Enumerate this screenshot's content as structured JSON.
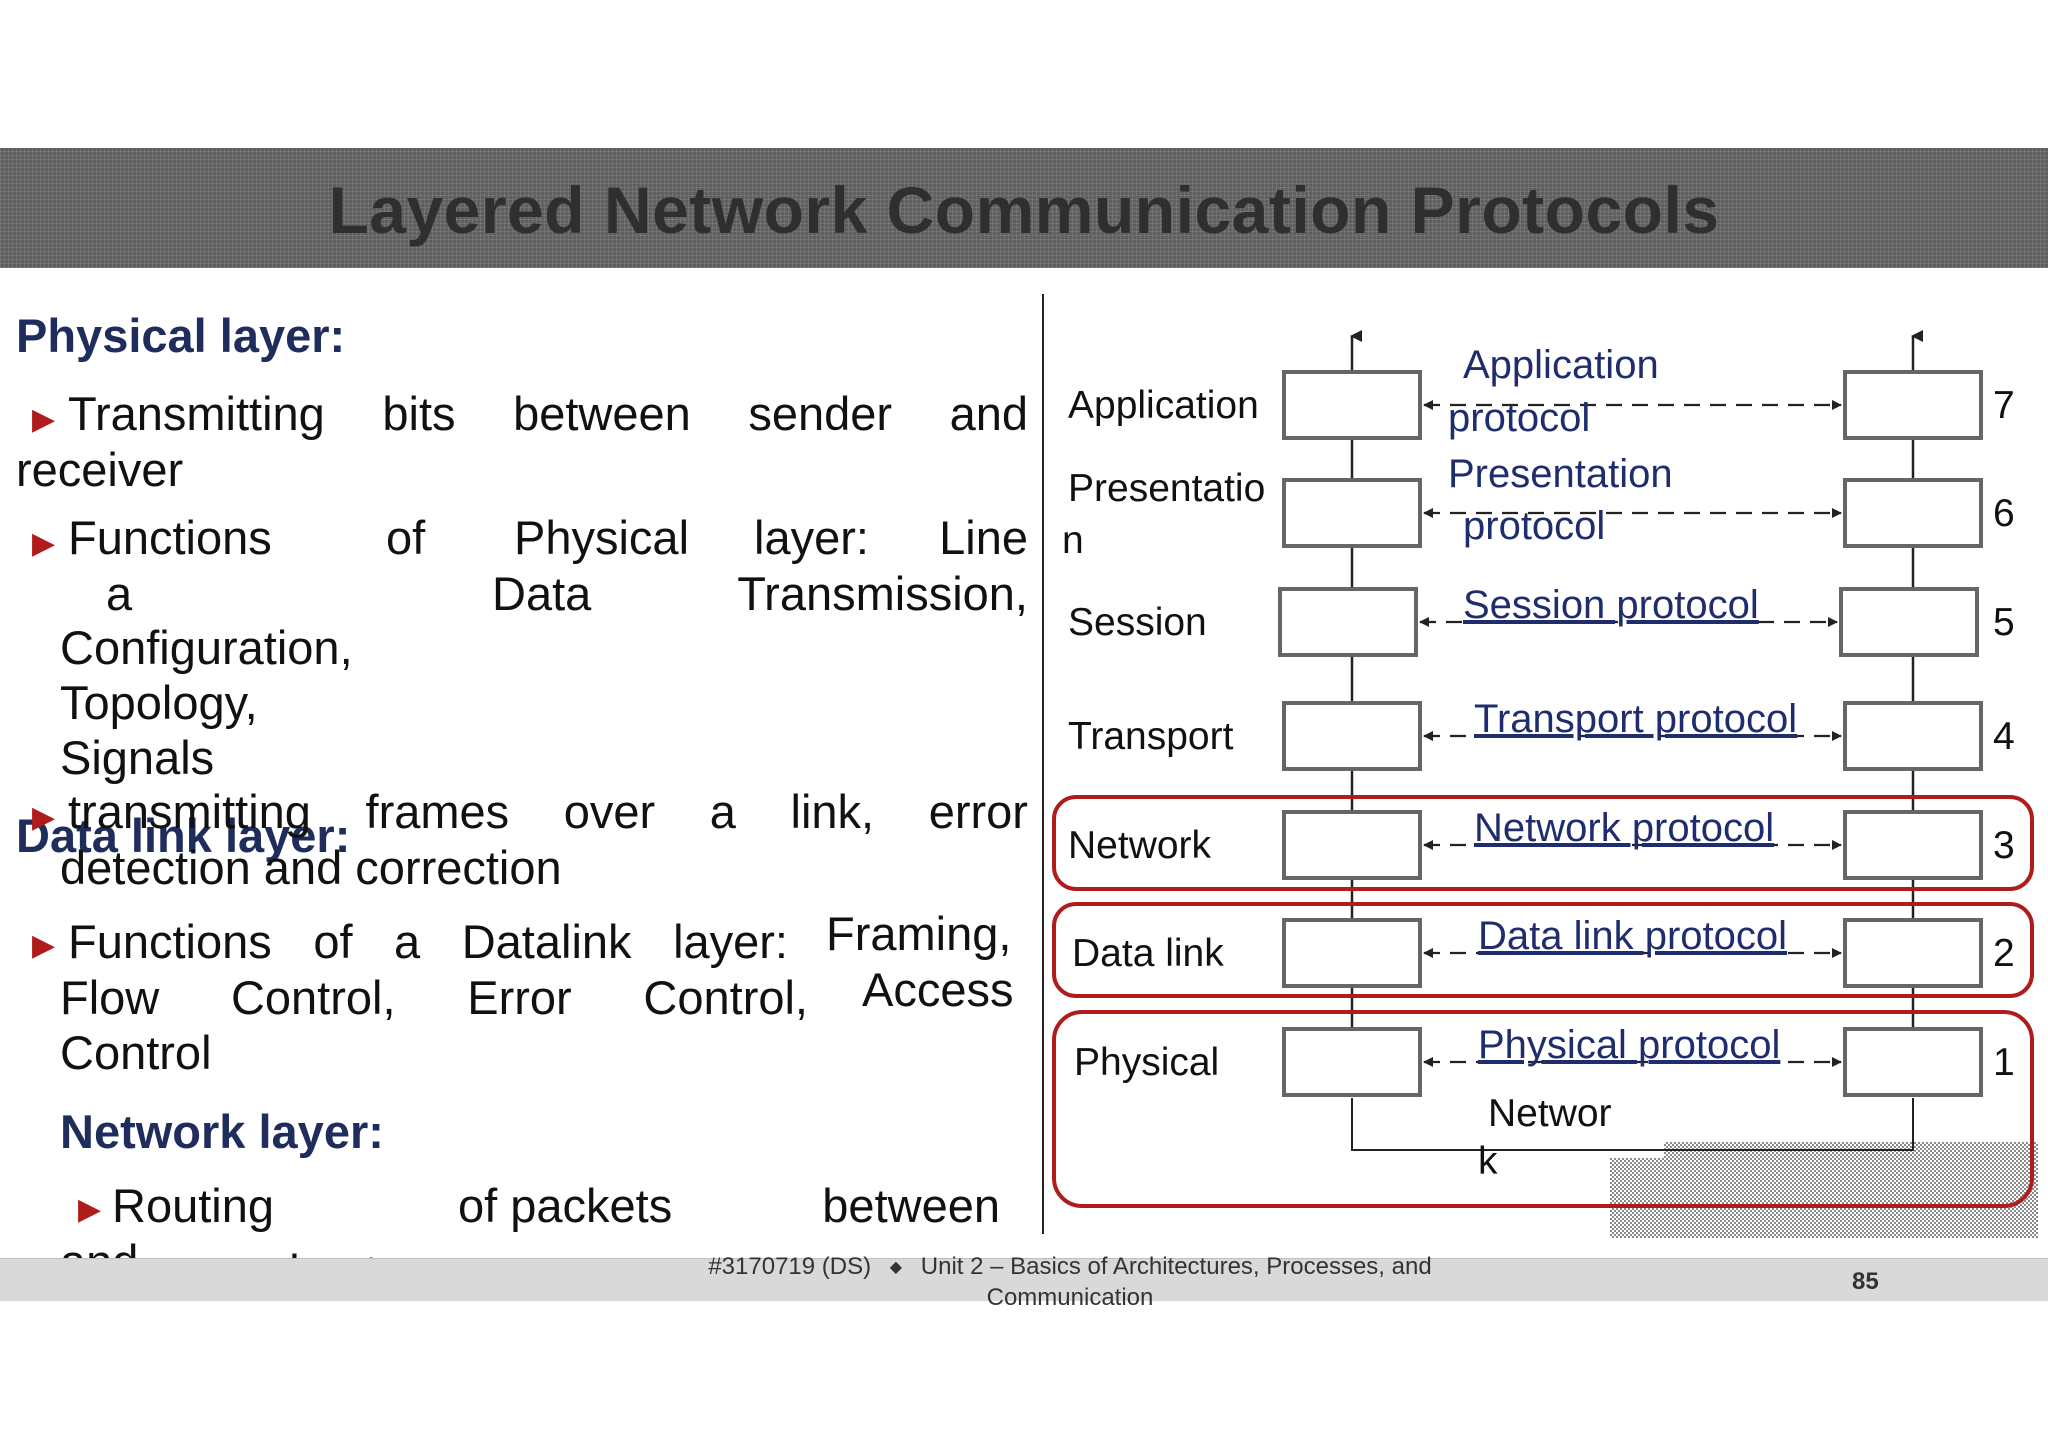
{
  "title": "Layered Network Communication Protocols",
  "physical": {
    "heading": "Physical layer:",
    "bullet1_line1": [
      "Transmitting",
      "bits",
      "between",
      "sender",
      "and"
    ],
    "bullet1_line2": "receiver",
    "bullet2_line1": [
      "Functions",
      "of",
      "Physical",
      "layer:",
      "Line"
    ],
    "bullet2_line2": [
      "a",
      "Data",
      "Transmission,"
    ],
    "bullet2_line3": "Configuration,",
    "bullet2_line4": "Topology,",
    "bullet2_line5": "Signals"
  },
  "datalink": {
    "heading": "Data link layer:",
    "bullet1_line1": [
      "transmitting",
      "frames",
      "over",
      "a",
      "link,",
      "error"
    ],
    "bullet1_line2": "detection and correction",
    "bullet2_line1": [
      "Functions",
      "of",
      "a",
      "Datalink",
      "layer:"
    ],
    "bullet2_framing": "Framing,",
    "bullet2_line2": [
      "Flow",
      "Control,",
      "Error",
      "Control,"
    ],
    "bullet2_access": "Access",
    "bullet2_line3": "Control"
  },
  "network": {
    "heading": "Network layer:",
    "bullet1_line1": [
      "Routing",
      "of packets",
      "between"
    ],
    "bullet1_and": "and",
    "bullet1_line2": [
      "source",
      "host"
    ]
  },
  "diagram": {
    "layers": [
      {
        "name": "Application",
        "number": "7",
        "protocol_lines": [
          "Application",
          "protocol"
        ]
      },
      {
        "name_lines": [
          "Presentatio",
          "n"
        ],
        "number": "6",
        "protocol_lines": [
          "Presentation",
          "protocol"
        ]
      },
      {
        "name": "Session",
        "number": "5",
        "protocol": "Session protocol"
      },
      {
        "name": "Transport",
        "number": "4",
        "protocol": "Transport protocol"
      },
      {
        "name": "Network",
        "number": "3",
        "protocol": "Network protocol"
      },
      {
        "name": "Data link",
        "number": "2",
        "protocol": "Data link protocol"
      },
      {
        "name": "Physical",
        "number": "1",
        "protocol": "Physical protocol"
      }
    ],
    "network_label_lines": [
      "Networ",
      "k"
    ],
    "colors": {
      "highlight": "#b01c1c",
      "protocol_text": "#1f2d6e",
      "box_stroke": "#666666"
    }
  },
  "footer": {
    "course": "#3170719 (DS)",
    "separator": "◆",
    "unit_line1": "Unit 2 – Basics of Architectures, Processes, and",
    "unit_line2": "Communication",
    "page": "85"
  }
}
